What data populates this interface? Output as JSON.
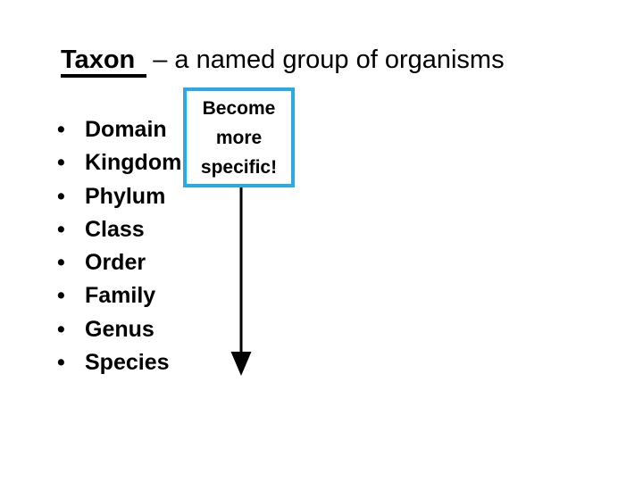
{
  "slide": {
    "title": {
      "term": "Taxon",
      "rest": "– a named group of organisms"
    },
    "taxonomy": {
      "bullet_glyph": "•",
      "items": [
        "Domain",
        "Kingdom",
        "Phylum",
        "Class",
        "Order",
        "Family",
        "Genus",
        "Species"
      ]
    },
    "callout": {
      "lines": [
        "Become",
        "more",
        "specific!"
      ],
      "border_color": "#29ABE2"
    },
    "arrow": {
      "icon": "down-arrow-icon",
      "color": "#000000"
    }
  }
}
